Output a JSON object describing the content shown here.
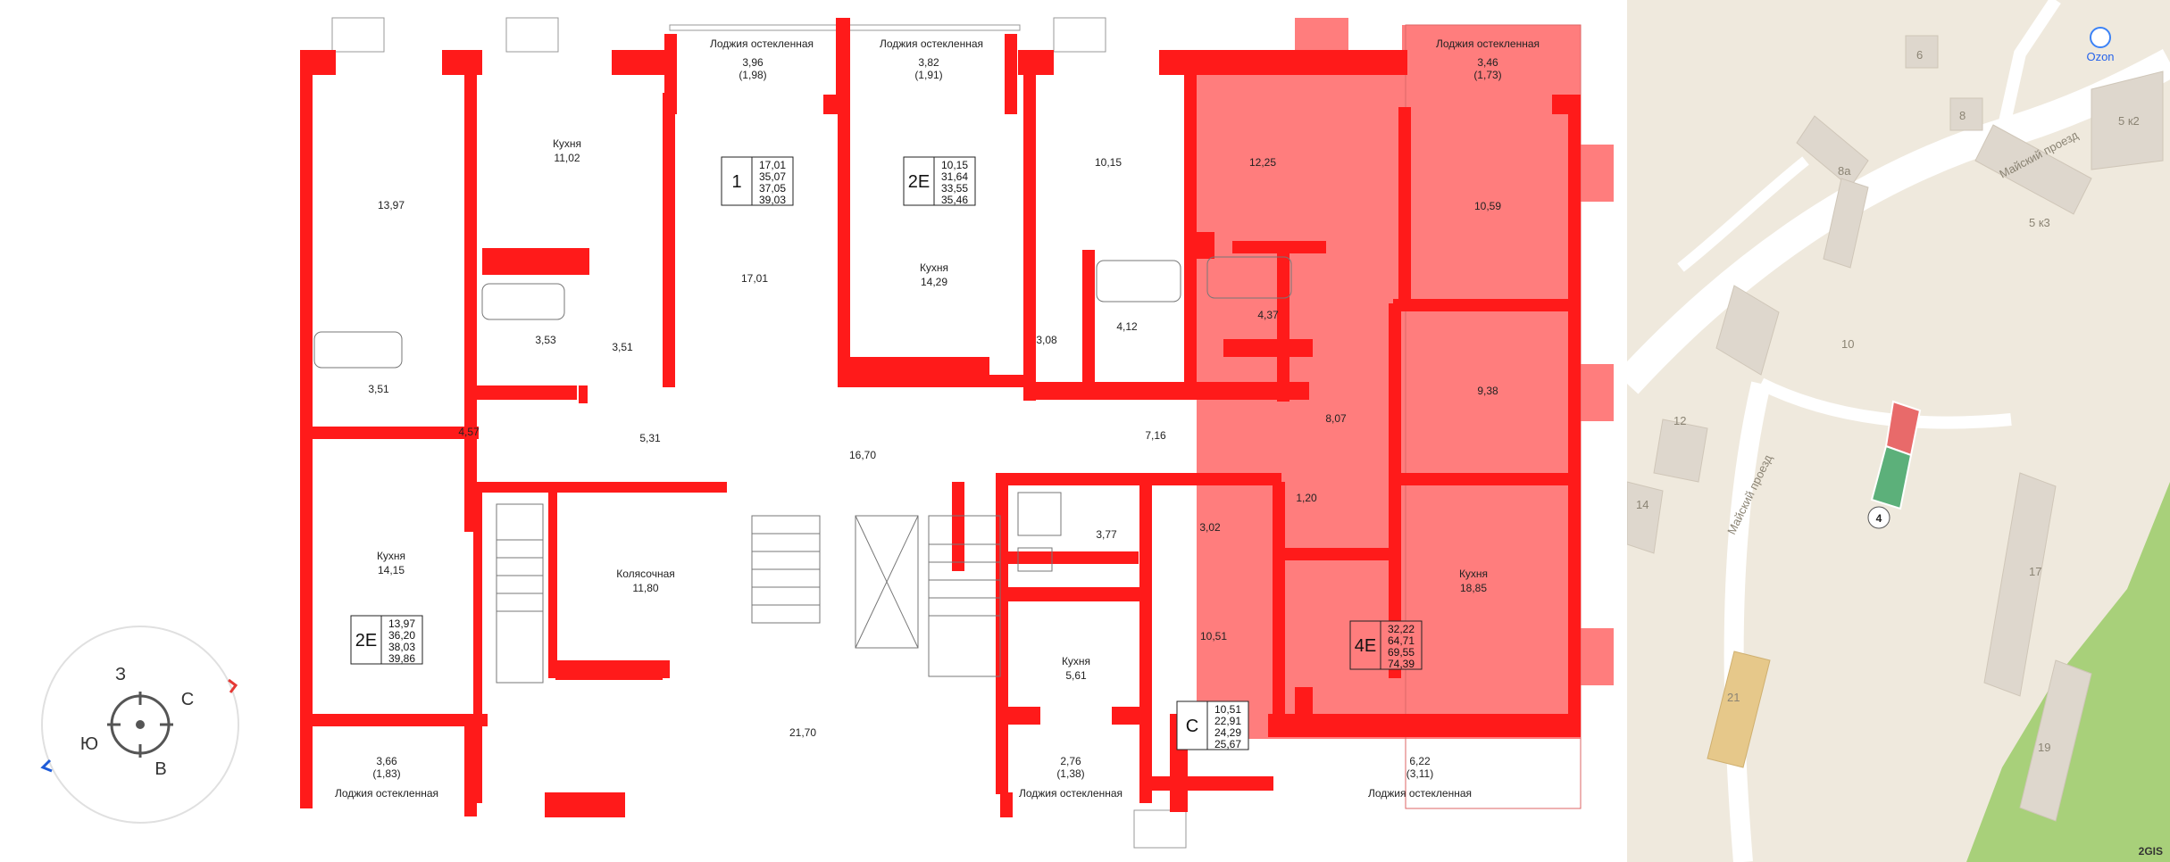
{
  "colors": {
    "wall": "#ff1a1a",
    "highlight": "#ff7d7d",
    "map_bg": "#efe9dd",
    "map_building": "#ded7cd",
    "map_road": "#ffffff",
    "map_green": "#a8d07a",
    "map_marker_red": "#e86a6a",
    "map_marker_green": "#5cb07a"
  },
  "loggia_label": "Лоджия остекленная",
  "rooms": {
    "r1": "13,97",
    "r2_name": "Кухня",
    "r2": "11,02",
    "r3": "3,51",
    "r4": "3,53",
    "r5": "3,51",
    "r6": "17,01",
    "r7": "10,15",
    "r8_name": "Кухня",
    "r8": "14,29",
    "r9": "12,25",
    "r10": "10,59",
    "r11": "4,37",
    "r12": "3,08",
    "r13": "4,12",
    "r14": "4,57",
    "r15": "5,31",
    "r16": "16,70",
    "r17": "7,16",
    "r18": "8,07",
    "r19": "9,38",
    "r20": "1,20",
    "r21": "3,77",
    "r22": "3,02",
    "r23_name": "Кухня",
    "r23": "14,15",
    "r24_name": "Колясочная",
    "r24": "11,80",
    "r25_name": "Кухня",
    "r25": "18,85",
    "r26": "10,51",
    "r27_name": "Кухня",
    "r27": "5,61",
    "r28": "21,70"
  },
  "loggias": [
    {
      "area": "3,96",
      "sub": "(1,98)"
    },
    {
      "area": "3,82",
      "sub": "(1,91)"
    },
    {
      "area": "3,46",
      "sub": "(1,73)"
    },
    {
      "area": "3,66",
      "sub": "(1,83)"
    },
    {
      "area": "2,76",
      "sub": "(1,38)"
    },
    {
      "area": "6,22",
      "sub": "(3,11)"
    }
  ],
  "apartments": [
    {
      "type": "1",
      "values": [
        "17,01",
        "35,07",
        "37,05",
        "39,03"
      ]
    },
    {
      "type": "2Е",
      "values": [
        "10,15",
        "31,64",
        "33,55",
        "35,46"
      ]
    },
    {
      "type": "4Е",
      "values": [
        "32,22",
        "64,71",
        "69,55",
        "74,39"
      ]
    },
    {
      "type": "2Е",
      "values": [
        "13,97",
        "36,20",
        "38,03",
        "39,86"
      ]
    },
    {
      "type": "С",
      "values": [
        "10,51",
        "22,91",
        "24,29",
        "25,67"
      ]
    }
  ],
  "compass": {
    "n": "С",
    "e": "В",
    "s": "Ю",
    "w": "З"
  },
  "map": {
    "street1": "Майский проезд",
    "street2": "Майский проезд",
    "buildings": [
      "6",
      "8",
      "8а",
      "5 к3",
      "5 к2",
      "10",
      "12",
      "14",
      "17",
      "21",
      "19"
    ],
    "marker": "4",
    "poi": "Ozon",
    "brand": "2GIS"
  }
}
